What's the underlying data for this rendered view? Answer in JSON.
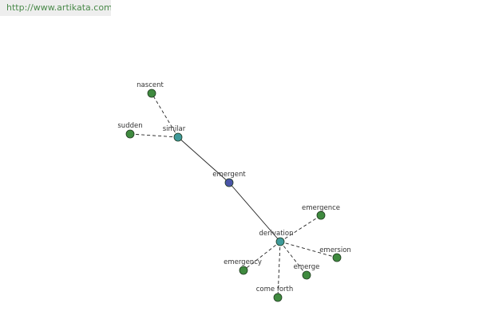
{
  "source_link": {
    "text": "http://www.artikata.com"
  },
  "colors": {
    "center": "#4a55a8",
    "hub": "#3f9a9a",
    "leaf": "#3f8a3f",
    "edge": "#222222"
  },
  "graph": {
    "nodes": [
      {
        "id": "emergent",
        "label": "emergent",
        "kind": "center"
      },
      {
        "id": "similar",
        "label": "similar",
        "kind": "hub"
      },
      {
        "id": "derivation",
        "label": "derivation",
        "kind": "hub"
      },
      {
        "id": "nascent",
        "label": "nascent",
        "kind": "leaf"
      },
      {
        "id": "sudden",
        "label": "sudden",
        "kind": "leaf"
      },
      {
        "id": "emergence",
        "label": "emergence",
        "kind": "leaf"
      },
      {
        "id": "emersion",
        "label": "emersion",
        "kind": "leaf"
      },
      {
        "id": "emergency",
        "label": "emergency",
        "kind": "leaf"
      },
      {
        "id": "emerge",
        "label": "emerge",
        "kind": "leaf"
      },
      {
        "id": "come-forth",
        "label": "come forth",
        "kind": "leaf"
      }
    ],
    "edges": [
      {
        "from": "emergent",
        "to": "similar",
        "style": "solid"
      },
      {
        "from": "emergent",
        "to": "derivation",
        "style": "solid"
      },
      {
        "from": "similar",
        "to": "nascent",
        "style": "dashed"
      },
      {
        "from": "similar",
        "to": "sudden",
        "style": "dashed"
      },
      {
        "from": "derivation",
        "to": "emergence",
        "style": "dashed"
      },
      {
        "from": "derivation",
        "to": "emersion",
        "style": "dashed"
      },
      {
        "from": "derivation",
        "to": "emergency",
        "style": "dashed"
      },
      {
        "from": "derivation",
        "to": "emerge",
        "style": "dashed"
      },
      {
        "from": "derivation",
        "to": "come-forth",
        "style": "dashed"
      }
    ]
  }
}
